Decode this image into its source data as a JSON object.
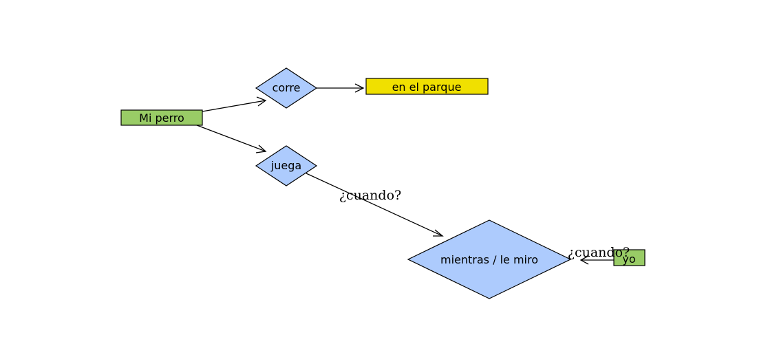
{
  "colors": {
    "subject_fill": "#99cc66",
    "verb_fill": "#adcbfd",
    "complement_fill": "#f0e000",
    "stroke": "#000000"
  },
  "nodes": {
    "mi_perro": {
      "label": "Mi perro",
      "shape": "rectangle",
      "role": "subject"
    },
    "corre": {
      "label": "corre",
      "shape": "diamond",
      "role": "verb"
    },
    "en_el_parque": {
      "label": "en el parque",
      "shape": "rectangle",
      "role": "complement"
    },
    "juega": {
      "label": "juega",
      "shape": "diamond",
      "role": "verb"
    },
    "mientras": {
      "label": "mientras / le miro",
      "shape": "diamond",
      "role": "verb"
    },
    "yo": {
      "label": "yo",
      "shape": "rectangle",
      "role": "subject"
    }
  },
  "edges": [
    {
      "from": "mi_perro",
      "to": "corre",
      "label": ""
    },
    {
      "from": "corre",
      "to": "en_el_parque",
      "label": ""
    },
    {
      "from": "mi_perro",
      "to": "juega",
      "label": ""
    },
    {
      "from": "juega",
      "to": "mientras",
      "label": "¿cuando?"
    },
    {
      "from": "yo",
      "to": "mientras",
      "label": "¿cuando?"
    }
  ]
}
